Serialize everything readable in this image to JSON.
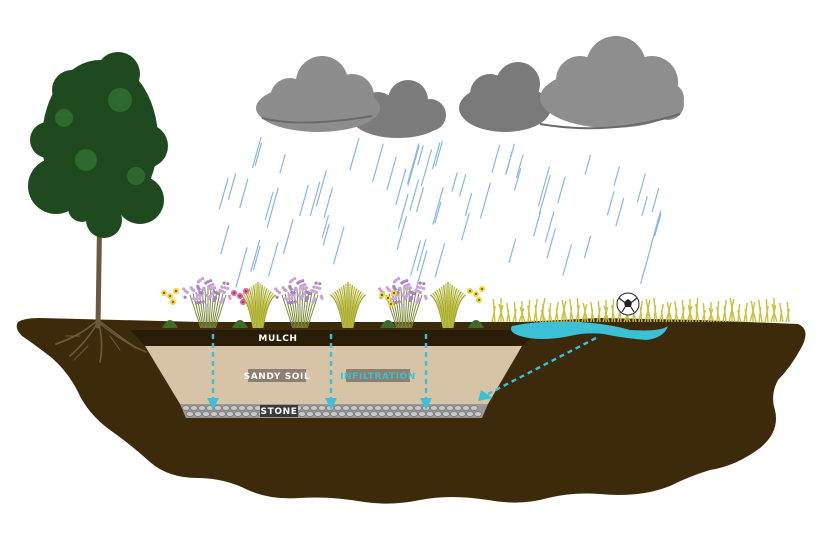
{
  "labels": {
    "mulch": "MULCH",
    "sandy_soil": "SANDY SOIL",
    "infiltration": "INFILTRATION",
    "stone": "STONE"
  },
  "colors": {
    "soil": "#3d2a0a",
    "trench": "#d7c4a6",
    "mulch": "#2a1d08",
    "stone": "#9a9a9a",
    "water": "#3bc0d6",
    "grass": "#c9c13a",
    "tree": "#1f4a1f",
    "cloud": "#8a8a8a",
    "rain": "#8ab6de",
    "lavender": "#c7a3d9"
  },
  "icons": [
    "tree-icon",
    "cloud-icon",
    "soccer-ball-icon",
    "flower-icon",
    "lavender-icon",
    "grass-tuft-icon"
  ]
}
